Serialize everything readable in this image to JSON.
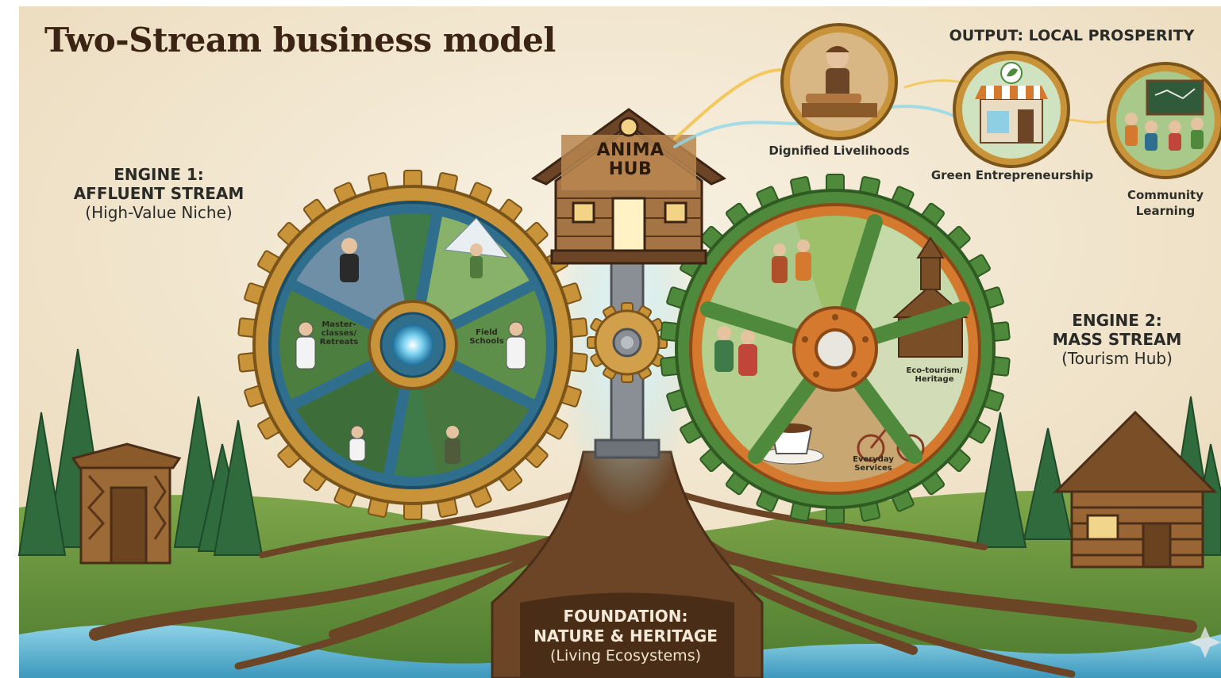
{
  "title": "Two-Stream business model",
  "engine1": {
    "heading1": "ENGINE 1:",
    "heading2": "AFFLUENT STREAM",
    "subtitle": "(High-Value Niche)"
  },
  "engine2": {
    "heading1": "ENGINE 2:",
    "heading2": "MASS STREAM",
    "subtitle": "(Tourism Hub)"
  },
  "hub": {
    "line1": "ANIMA",
    "line2": "HUB"
  },
  "output": {
    "heading": "OUTPUT: LOCAL PROSPERITY",
    "items": [
      {
        "label": "Dignified Livelihoods",
        "icon": "artisan-woodworker-icon"
      },
      {
        "label": "Green Entrepreneurship",
        "icon": "green-shop-icon"
      },
      {
        "label": "Community",
        "label2": "Learning",
        "icon": "community-classroom-icon"
      }
    ]
  },
  "gear1_segments": [
    {
      "line1": "Master-",
      "line2": "classes/",
      "line3": "Retreats"
    },
    {
      "line1": "Field",
      "line2": "Schools"
    }
  ],
  "gear2_segments": [
    {
      "line1": "Eco-tourism/",
      "line2": "Heritage"
    },
    {
      "line1": "Everyday",
      "line2": "Services"
    }
  ],
  "foundation": {
    "line1": "FOUNDATION:",
    "line2": "NATURE & HERITAGE",
    "subtitle": "(Living Ecosystems)"
  },
  "colors": {
    "background": "#f3ead8",
    "gear_gold": "#c9933a",
    "gear_blue": "#2f6e8c",
    "gear_green": "#4f8a3c",
    "gear_orange": "#d4792e",
    "roots": "#6b4526",
    "river": "#5fb6d4",
    "forest": "#2f6b3c"
  }
}
